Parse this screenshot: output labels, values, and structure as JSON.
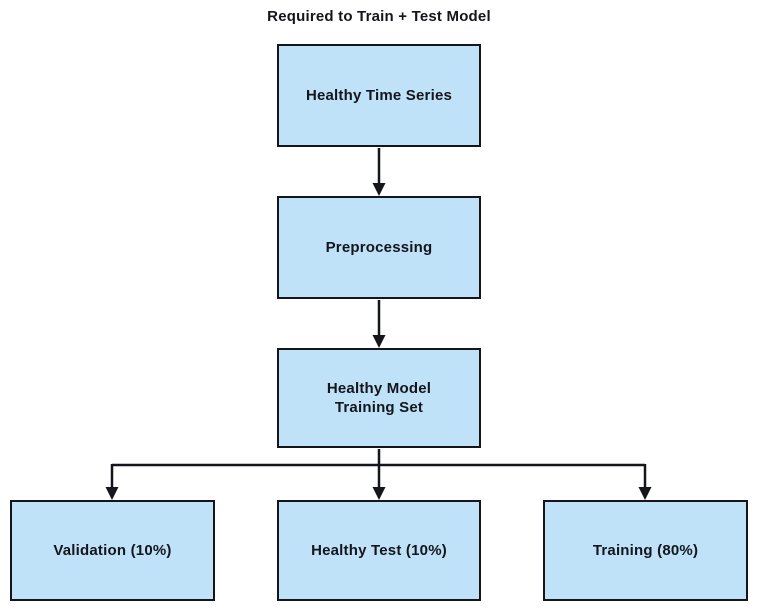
{
  "diagram": {
    "title": "Required to Train + Test Model",
    "nodes": {
      "healthy_time_series": {
        "label": "Healthy Time Series"
      },
      "preprocessing": {
        "label": "Preprocessing"
      },
      "healthy_model_training_set": {
        "label": "Healthy Model\nTraining Set"
      },
      "validation": {
        "label": "Validation (10%)"
      },
      "healthy_test": {
        "label": "Healthy Test (10%)"
      },
      "training": {
        "label": "Training (80%)"
      }
    },
    "colors": {
      "node_fill": "#BFE2F8",
      "node_border": "#14161C",
      "arrow": "#14161C",
      "text": "#14161C",
      "background": "#FFFFFF"
    }
  }
}
